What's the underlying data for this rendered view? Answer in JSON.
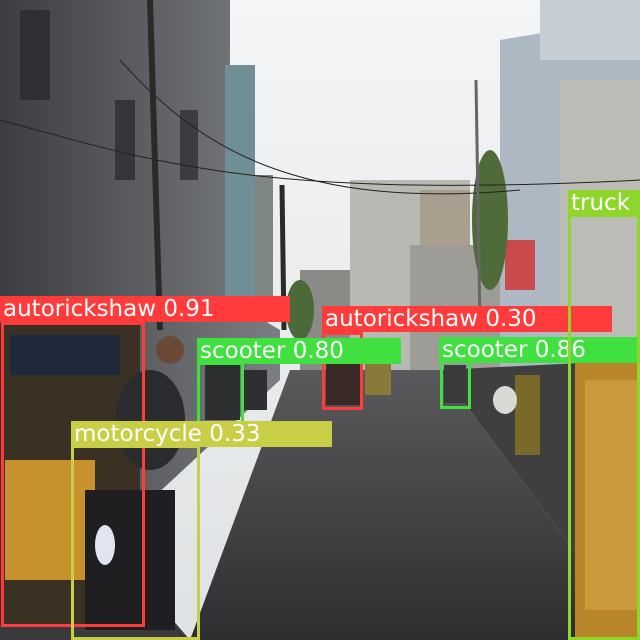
{
  "image": {
    "description_type": "street scene with object-detection overlay",
    "colors": {
      "autorickshaw": "#ff3b3b",
      "scooter": "#3fe03f",
      "motorcycle": "#c8cf47",
      "truck": "#8fd62a"
    }
  },
  "detections": [
    {
      "label": "autorickshaw",
      "score": "0.91",
      "text": "autorickshaw 0.91",
      "color": "#ff3b3b"
    },
    {
      "label": "autorickshaw",
      "score": "0.30",
      "text": "autorickshaw 0.30",
      "color": "#ff3b3b"
    },
    {
      "label": "scooter",
      "score": "0.80",
      "text": "scooter 0.80",
      "color": "#3fe03f"
    },
    {
      "label": "scooter",
      "score": "0.86",
      "text": "scooter 0.86",
      "color": "#3fe03f"
    },
    {
      "label": "motorcycle",
      "score": "0.33",
      "text": "motorcycle 0.33",
      "color": "#c8cf47"
    },
    {
      "label": "truck",
      "score": "",
      "text": "truck",
      "color": "#8fd62a"
    }
  ]
}
